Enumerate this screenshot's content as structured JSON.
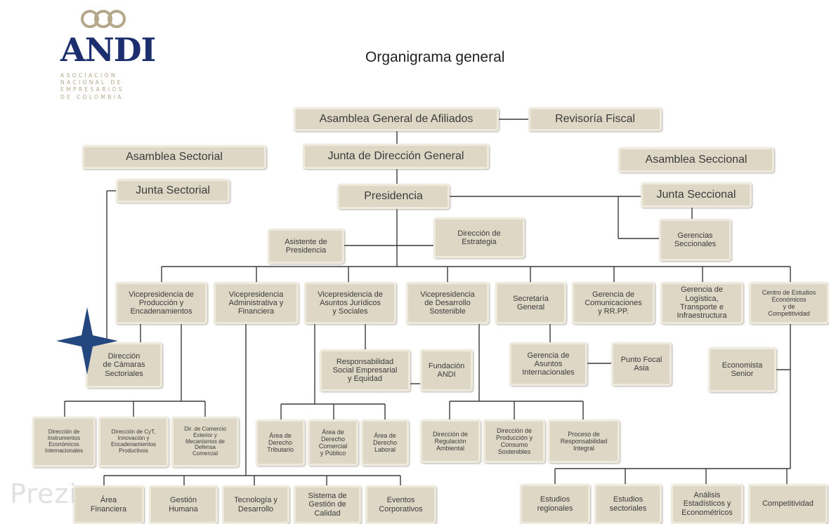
{
  "logo": {
    "name": "ANDI",
    "subtitle": "ASOCIACIÓN\nNACIONAL DE\nEMPRESARIOS\nDE COLOMBIA"
  },
  "title": "Organigrama general",
  "watermark": "Prezi",
  "colors": {
    "box": "#ded7c6",
    "line": "#3a3a3a",
    "logo_blue": "#1d2e6e",
    "logo_gold": "#b5a88a",
    "star": "#25477f"
  },
  "nodes": {
    "asamblea_afiliados": "Asamblea General de Afiliados",
    "revisoria": "Revisoría Fiscal",
    "junta_direccion": "Junta de Dirección General",
    "presidencia": "Presidencia",
    "asamblea_sectorial": "Asamblea Sectorial",
    "junta_sectorial": "Junta Sectorial",
    "asamblea_seccional": "Asamblea Seccional",
    "junta_seccional": "Junta Seccional",
    "gerencias_seccionales": "Gerencias\nSeccionales",
    "asistente": "Asistente de\nPresidencia",
    "estrategia": "Dirección de\nEstrategia",
    "vp_produccion": "Vicepresidencia de\nProducción y\nEncadenamientos",
    "vp_administrativa": "Vicepresidencia\nAdministrativa y\nFinanciera",
    "vp_juridicos": "Vicepresidencia de\nAsuntos Jurídicos\ny Sociales",
    "vp_desarrollo": "Vicepresidencia\nde Desarrollo\nSostenible",
    "secretaria": "Secretaría\nGeneral",
    "gerencia_comunicaciones": "Gerencia de\nComunicaciones\ny RR.PP.",
    "gerencia_logistica": "Gerencia de\nLogística,\nTransporte e\nInfraestructura",
    "centro_estudios": "Centro de Estudios\nEconómicos\ny de\nCompetitividad",
    "camaras_sectoriales": "Dirección\nde Cámaras\nSectoriales",
    "responsabilidad_social": "Responsabilidad\nSocial Empresarial\ny Equidad",
    "fundacion": "Fundación\nANDI",
    "asuntos_internacionales": "Gerencia de\nAsuntos\nInternacionales",
    "punto_focal": "Punto Focal\nAsia",
    "economista": "Economista\nSenior",
    "instrumentos": "Dirección de\nInstrumentos\nEconómicos\nInternacionales",
    "cyt": "Dirección de CyT,\nInnovación y\nEncadenamientos\nProductivos",
    "comercio_exterior": "Dir. de Comercio\nExterior y\nMecanismos de\nDefensa\nComercial",
    "tributario": "Área de\nDerecho\nTributario",
    "comercial": "Área de\nDerecho\nComercial\ny Público",
    "laboral": "Área de\nDerecho\nLaboral",
    "regulacion_ambiental": "Dirección de\nRegulación\nAmbiental",
    "produccion_consumo": "Dirección de\nProducción y\nConsumo\nSostenibles",
    "proceso_responsabilidad": "Proceso de\nResponsabilidad\nIntegral",
    "area_financiera": "Área\nFinanciera",
    "gestion_humana": "Gestión\nHumana",
    "tecnologia": "Tecnología y\nDesarrollo",
    "sistema_calidad": "Sistema de\nGestión de\nCalidad",
    "eventos": "Eventos\nCorporativos",
    "estudios_regionales": "Estudios\nregionales",
    "estudios_sectoriales": "Estudios\nsectoriales",
    "analisis": "Análisis\nEstadísticos y\nEconométricos",
    "competitividad": "Competitividad"
  }
}
